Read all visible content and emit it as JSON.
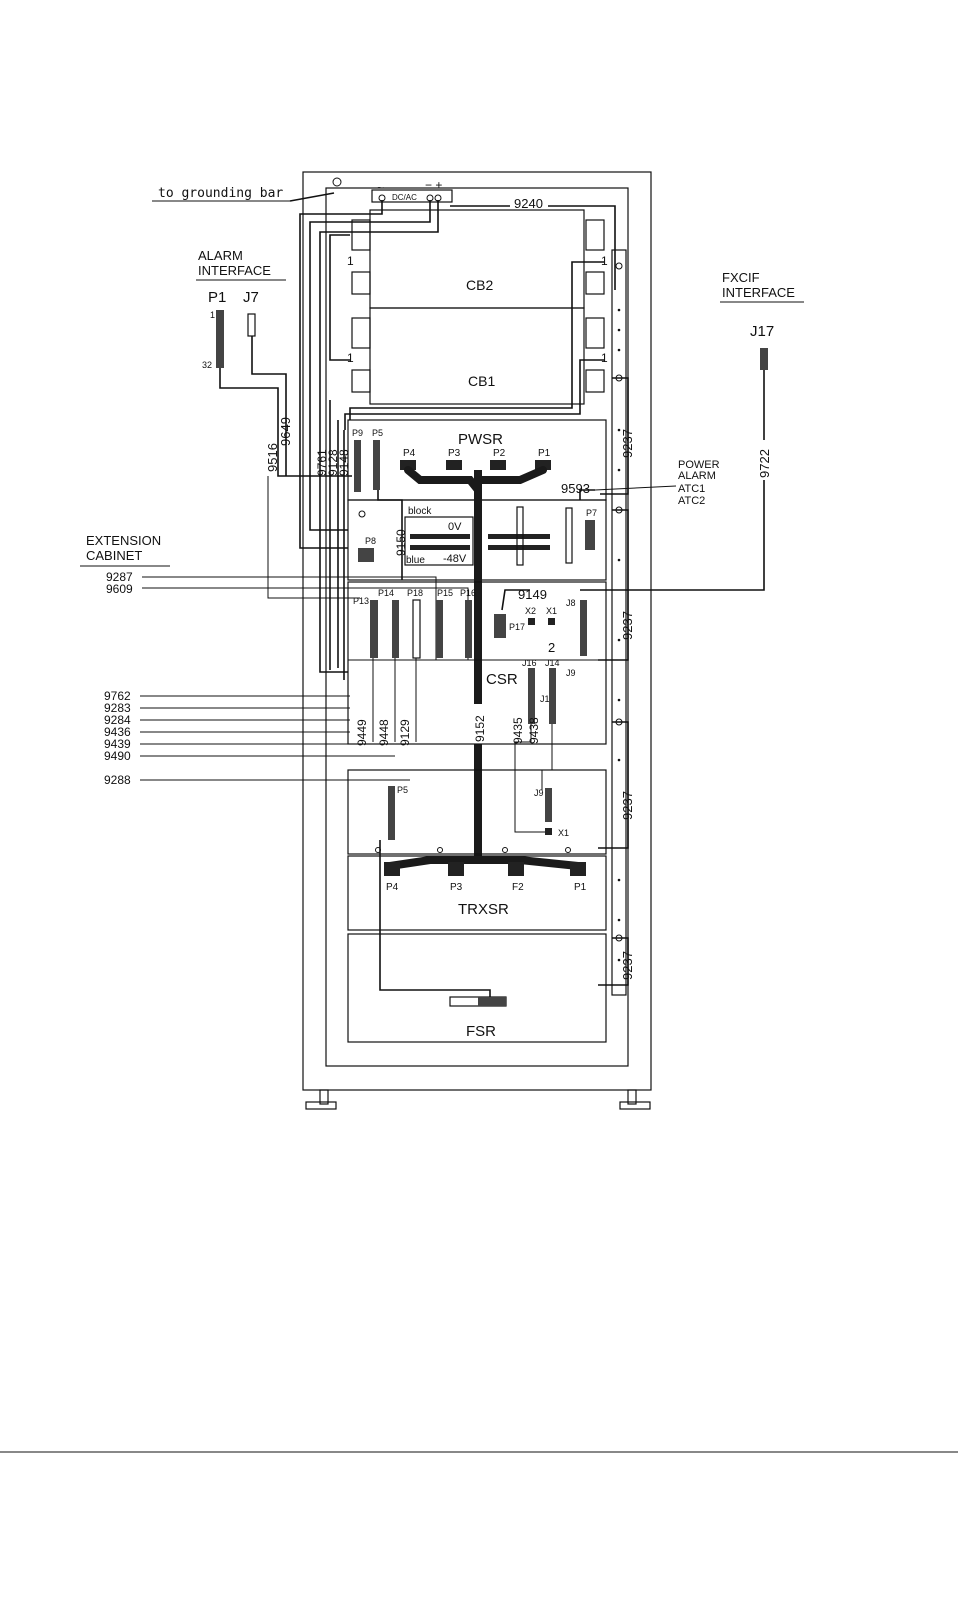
{
  "labels": {
    "grounding": "to grounding bar",
    "alarm_interface": [
      "ALARM",
      "INTERFACE"
    ],
    "fxcif_interface": [
      "FXCIF",
      "INTERFACE"
    ],
    "extension_cabinet": [
      "EXTENSION",
      "CABINET"
    ],
    "power_alarm": [
      "POWER",
      "ALARM",
      "ATC1",
      "ATC2"
    ],
    "dcac": "DC/AC",
    "minus_plus": "− +",
    "block": "block",
    "blue": "blue",
    "zero_v": "0V",
    "minus48v": "-48V"
  },
  "modules": {
    "cb2": "CB2",
    "cb1": "CB1",
    "pwsr": "PWSR",
    "csr": "CSR",
    "trxsr": "TRXSR",
    "fsr": "FSR"
  },
  "connectors": {
    "p1_alarm": "P1",
    "j7": "J7",
    "p1_pin1": "1",
    "p1_pin32": "32",
    "j17": "J17",
    "pwsr_p4": "P4",
    "pwsr_p3": "P3",
    "pwsr_p2": "P2",
    "pwsr_p1": "P1",
    "p9": "P9",
    "p5": "P5",
    "p7": "P7",
    "p8": "P8",
    "p13": "P13",
    "p14": "P14",
    "p18": "P18",
    "p15": "P15",
    "p16": "P16",
    "p17": "P17",
    "x2": "X2",
    "x1": "X1",
    "j8": "J8",
    "j16": "J16",
    "j14": "J14",
    "j1": "J1",
    "j9": "J9",
    "circle2": "2",
    "trx_p5": "P5",
    "trx_j9": "J9",
    "trx_x1": "X1",
    "trxsr_p4": "P4",
    "trxsr_p3": "P3",
    "trxsr_f2": "F2",
    "trxsr_p1": "P1",
    "cb_one_a": "1",
    "cb_one_b": "1",
    "cb_one_c": "1",
    "cb_one_d": "1"
  },
  "cables": {
    "c9240": "9240",
    "c9237_a": "9237",
    "c9237_b": "9237",
    "c9237_c": "9237",
    "c9237_d": "9237",
    "c9722": "9722",
    "c9516": "9516",
    "c9649": "9649",
    "c9761": "9761",
    "c9128": "9128",
    "c9148": "9148",
    "c9150": "9150",
    "c9593": "9593",
    "c9149": "9149",
    "c9152": "9152",
    "c9449": "9449",
    "c9448": "9448",
    "c9129": "9129",
    "c9435": "9435",
    "c9438": "9438"
  },
  "left_cables": [
    "9287",
    "9609"
  ],
  "left_group": [
    "9762",
    "9283",
    "9284",
    "9436",
    "9439",
    "9490"
  ],
  "left_single": "9288"
}
